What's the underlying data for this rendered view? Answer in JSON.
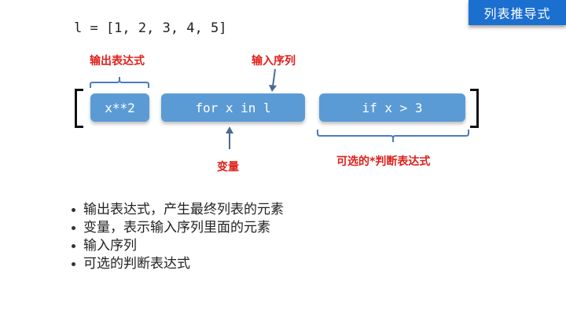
{
  "header": {
    "title": "列表推导式"
  },
  "code": {
    "line": "l = [1, 2, 3, 4, 5]"
  },
  "diagram": {
    "boxes": [
      {
        "text": "x**2"
      },
      {
        "text": "for x in l"
      },
      {
        "text": "if x > 3"
      }
    ],
    "labels": {
      "output_expr": "输出表达式",
      "input_seq": "输入序列",
      "variable": "变量",
      "optional_cond": "可选的*判断表达式"
    },
    "colors": {
      "box": "#5b9bd5",
      "label": "#e0201b",
      "arrow": "#4a6a94",
      "title_bg": "#1b6fcf"
    }
  },
  "bullets": [
    "输出表达式，产生最终列表的元素",
    "变量，表示输入序列里面的元素",
    "输入序列",
    "可选的判断表达式"
  ]
}
